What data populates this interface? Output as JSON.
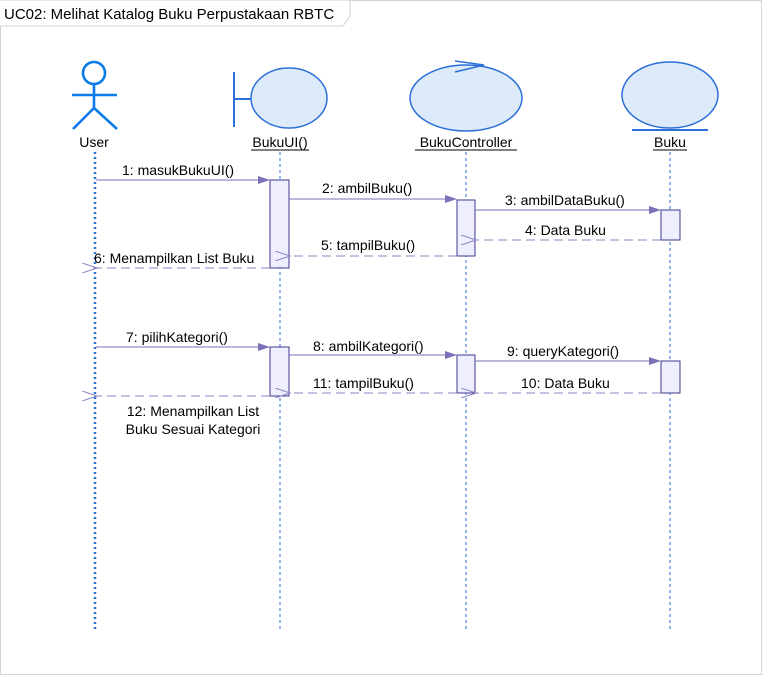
{
  "title": "UC02: Melihat Katalog Buku Perpustakaan RBTC",
  "colors": {
    "actor": "#0a7be8",
    "shape_stroke": "#2b6fd8",
    "shape_fill": "#ddeaf9",
    "lifeline": "#2b6fd8",
    "activation_stroke": "#3a3a8c",
    "activation_fill": "#eeeeff",
    "arrow": "#6a6aaa"
  },
  "participants": [
    {
      "id": "user",
      "label": "User",
      "kind": "actor",
      "underline": false
    },
    {
      "id": "bukuui",
      "label": "BukuUI()",
      "kind": "boundary",
      "underline": true
    },
    {
      "id": "bukucontroller",
      "label": "BukuController",
      "kind": "control",
      "underline": true
    },
    {
      "id": "buku",
      "label": "Buku",
      "kind": "entity",
      "underline": true
    }
  ],
  "messages": [
    {
      "label": "1: masukBukuUI()",
      "from": "user",
      "to": "bukuui",
      "type": "call"
    },
    {
      "label": "2: ambilBuku()",
      "from": "bukuui",
      "to": "bukucontroller",
      "type": "call"
    },
    {
      "label": "3: ambilDataBuku()",
      "from": "bukucontroller",
      "to": "buku",
      "type": "call"
    },
    {
      "label": "4: Data Buku",
      "from": "buku",
      "to": "bukucontroller",
      "type": "return"
    },
    {
      "label": "5: tampilBuku()",
      "from": "bukucontroller",
      "to": "bukuui",
      "type": "return"
    },
    {
      "label": "6: Menampilkan List Buku",
      "from": "bukuui",
      "to": "user",
      "type": "return"
    },
    {
      "label": "7: pilihKategori()",
      "from": "user",
      "to": "bukuui",
      "type": "call"
    },
    {
      "label": "8: ambilKategori()",
      "from": "bukuui",
      "to": "bukucontroller",
      "type": "call"
    },
    {
      "label": "9: queryKategori()",
      "from": "bukucontroller",
      "to": "buku",
      "type": "call"
    },
    {
      "label": "10: Data Buku",
      "from": "buku",
      "to": "bukucontroller",
      "type": "return"
    },
    {
      "label": "11: tampilBuku()",
      "from": "bukucontroller",
      "to": "bukuui",
      "type": "return"
    },
    {
      "label": "12: Menampilkan List\nBuku Sesuai Kategori",
      "from": "bukuui",
      "to": "user",
      "type": "return"
    }
  ]
}
